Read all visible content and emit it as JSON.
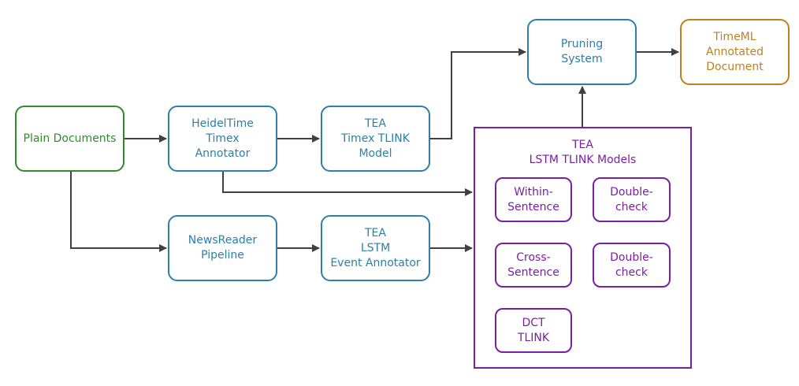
{
  "colors": {
    "green": "#2f8a2a",
    "blue": "#2b7fa8",
    "orange": "#c17f1a",
    "purple": "#7b1fa2",
    "arrow": "#404040"
  },
  "nodes": {
    "plain_documents": "Plain Documents",
    "heideltime": "HeidelTime\nTimex\nAnnotator",
    "tea_timex": "TEA\nTimex TLINK\nModel",
    "newsreader": "NewsReader\nPipeline",
    "tea_event": "TEA\nLSTM\nEvent Annotator",
    "pruning": "Pruning\nSystem",
    "timeml": "TimeML\nAnnotated\nDocument"
  },
  "lstm_group": {
    "title": "TEA\nLSTM TLINK Models",
    "within": "Within-\nSentence",
    "double_check_1": "Double-\ncheck",
    "cross": "Cross-\nSentence",
    "double_check_2": "Double-\ncheck",
    "dct": "DCT\nTLINK"
  }
}
